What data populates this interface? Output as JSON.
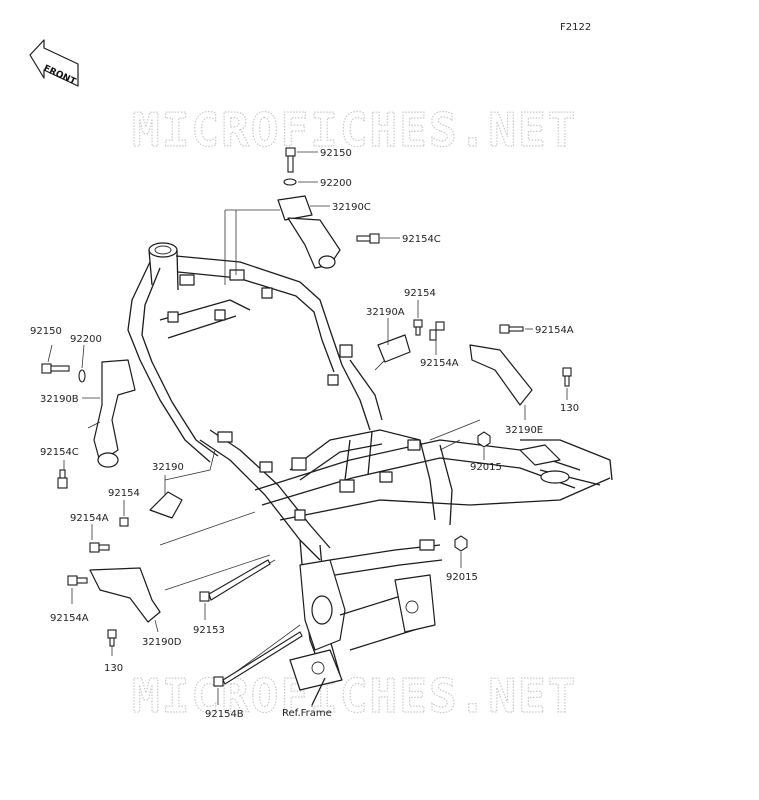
{
  "figure_id": "F2122",
  "front_indicator": "FRONT",
  "watermark": "MICROFICHES.NET",
  "labels": {
    "l_92150_top": "92150",
    "l_92200_top": "92200",
    "l_32190C": "32190C",
    "l_92154C_top": "92154C",
    "l_92154_mid": "92154",
    "l_32190A": "32190A",
    "l_92154A_mid": "92154A",
    "l_92154A_right": "92154A",
    "l_130_right": "130",
    "l_32190E": "32190E",
    "l_92015_upper": "92015",
    "l_92015_lower": "92015",
    "l_92150_left": "92150",
    "l_92200_left": "92200",
    "l_32190B": "32190B",
    "l_92154C_left": "92154C",
    "l_32190": "32190",
    "l_92154_left": "92154",
    "l_92154A_left1": "92154A",
    "l_92154A_left2": "92154A",
    "l_130_left": "130",
    "l_32190D": "32190D",
    "l_92153": "92153",
    "l_92154B": "92154B",
    "l_ref_frame": "Ref.Frame"
  }
}
